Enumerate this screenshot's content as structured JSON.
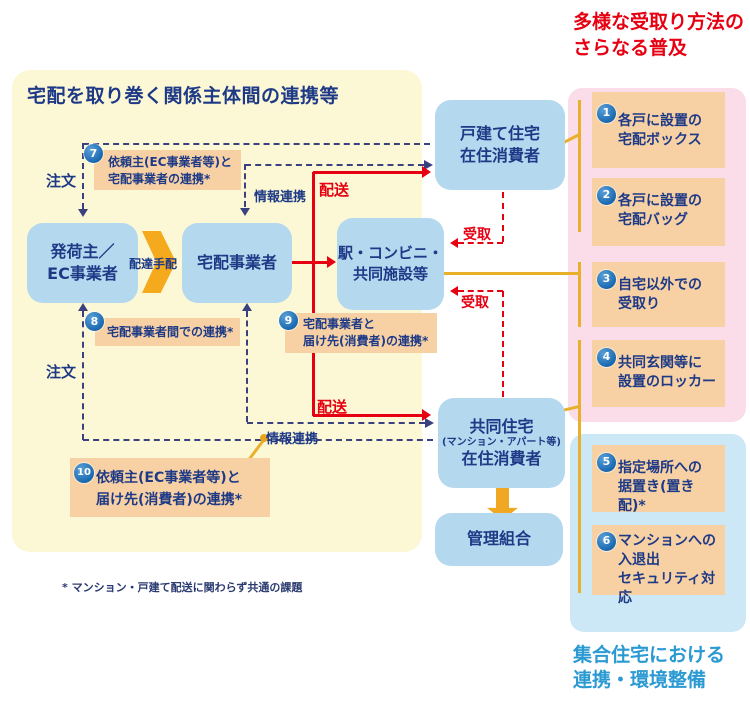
{
  "diagram": {
    "title": "宅配を取り巻く関係主体間の連携等",
    "entities": {
      "shipper": {
        "lines": [
          "発荷主／",
          "EC事業者"
        ]
      },
      "carrier": {
        "lines": [
          "宅配事業者"
        ]
      },
      "station": {
        "lines": [
          "駅・コンビニ・",
          "共同施設等"
        ]
      },
      "detached": {
        "lines": [
          "戸建て住宅",
          "在住消費者"
        ]
      },
      "apartment": {
        "lines": [
          "共同住宅",
          "(マンション・アパート等)",
          "在住消費者"
        ]
      },
      "management": {
        "lines": [
          "管理組合"
        ]
      }
    },
    "notes": {
      "n7": {
        "num": "7",
        "lines": [
          "依頼主(EC事業者等)と",
          "宅配事業者の連携*"
        ]
      },
      "n8": {
        "num": "8",
        "lines": [
          "宅配事業者間での連携*"
        ]
      },
      "n9": {
        "num": "9",
        "lines": [
          "宅配事業者と",
          "届け先(消費者)の連携*"
        ]
      },
      "n10": {
        "num": "10",
        "lines": [
          "依頼主(EC事業者等)と",
          "届け先(消費者)の連携*"
        ]
      }
    },
    "flow_labels": {
      "order_top": "注文",
      "order_bottom": "注文",
      "info_top": "情報連携",
      "info_bottom": "情報連携",
      "delivery_top": "配送",
      "delivery_bottom": "配送",
      "arrange": "配達手配",
      "pickup_top": "受取",
      "pickup_bottom": "受取"
    },
    "footnote": "* マンション・戸建て配送に関わらず共通の課題"
  },
  "right_panel": {
    "heading_top": {
      "lines": [
        "多様な受取り方法の",
        "さらなる普及"
      ]
    },
    "heading_bottom": {
      "lines": [
        "集合住宅における",
        "連携・環境整備"
      ]
    },
    "items": [
      {
        "num": "1",
        "lines": [
          "各戸に設置の",
          "宅配ボックス"
        ]
      },
      {
        "num": "2",
        "lines": [
          "各戸に設置の",
          "宅配バッグ"
        ]
      },
      {
        "num": "3",
        "lines": [
          "自宅以外での",
          "受取り"
        ]
      },
      {
        "num": "4",
        "lines": [
          "共同玄関等に",
          "設置のロッカー"
        ]
      },
      {
        "num": "5",
        "lines": [
          "指定場所への",
          "据置き(置き配)*"
        ]
      },
      {
        "num": "6",
        "lines": [
          "マンションへの",
          "入退出",
          "セキュリティ対応"
        ]
      }
    ]
  },
  "colors": {
    "accent_red": "#e60012",
    "navy_text": "#1e3a87",
    "orange_arrow": "#f5a91d",
    "bracket_line": "#e9b02b",
    "entity_blue": "#b4d9ef",
    "note_orange": "#f7d1a3",
    "panel_yellow": "#fcf8d5",
    "panel_pink": "#fbdde9",
    "panel_blue": "#cce8f6",
    "heading_blue": "#2b9ad2"
  }
}
